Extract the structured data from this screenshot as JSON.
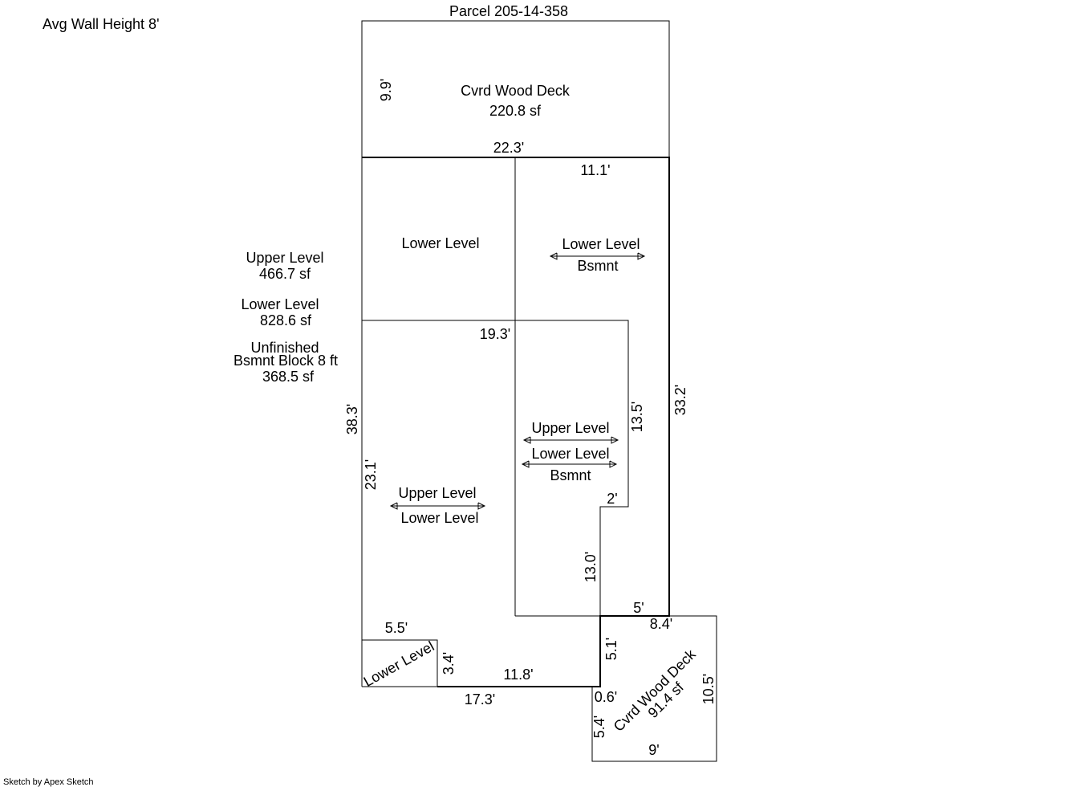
{
  "header": {
    "avg_wall_height": "Avg Wall Height 8'",
    "parcel": "Parcel 205-14-358"
  },
  "summary": {
    "upper_label": "Upper Level",
    "upper_area": "466.7 sf",
    "lower_label": "Lower Level",
    "lower_area": "828.6 sf",
    "bsmnt_line1": "Unfinished",
    "bsmnt_line2": "Bsmnt Block 8 ft",
    "bsmnt_area": "368.5 sf"
  },
  "areas": {
    "deck_top_name": "Cvrd Wood Deck",
    "deck_top_area": "220.8 sf",
    "lower_upper_left": "Lower Level",
    "lower_bsmnt_top": "Lower Level",
    "bsmnt_top": "Bsmnt",
    "upper_mid": "Upper Level",
    "lower_mid": "Lower Level",
    "bsmnt_mid": "Bsmnt",
    "upper_left": "Upper Level",
    "lower_left": "Lower Level",
    "lower_small": "Lower Level",
    "deck_bottom_name": "Cvrd Wood Deck",
    "deck_bottom_area": "91.4 sf"
  },
  "dimensions": {
    "d_9_9": "9.9'",
    "d_22_3": "22.3'",
    "d_11_1": "11.1'",
    "d_19_3": "19.3'",
    "d_33_2": "33.2'",
    "d_13_5": "13.5'",
    "d_38_3": "38.3'",
    "d_23_1": "23.1'",
    "d_2": "2'",
    "d_13_0": "13.0'",
    "d_5": "5'",
    "d_8_4": "8.4'",
    "d_5_5": "5.5'",
    "d_3_4": "3.4'",
    "d_11_8": "11.8'",
    "d_5_1": "5.1'",
    "d_17_3": "17.3'",
    "d_0_6": "0.6'",
    "d_5_4": "5.4'",
    "d_10_5": "10.5'",
    "d_9": "9'"
  },
  "footer": {
    "credit": "Sketch by Apex Sketch"
  }
}
